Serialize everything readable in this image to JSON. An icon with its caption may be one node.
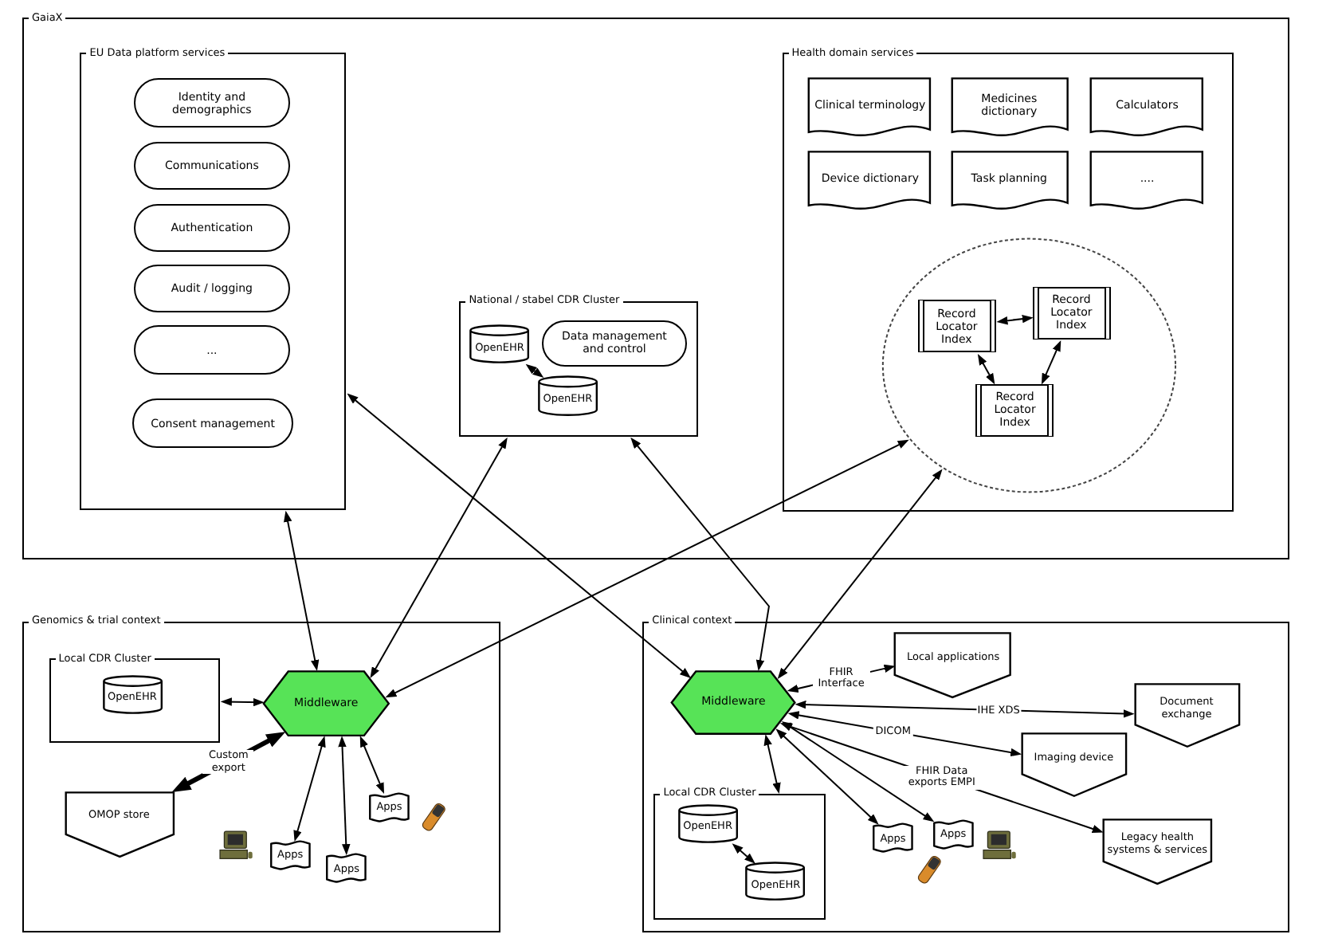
{
  "diagram": {
    "nodes": [
      {
        "text": [
          "GaiaX"
        ]
      },
      {
        "text": [
          "EU Data platform services"
        ],
        "in": 0
      },
      {
        "text": [
          "Identity and demographics"
        ],
        "in": 1
      },
      {
        "text": [
          "Communications"
        ],
        "in": 1
      },
      {
        "text": [
          "Authentication"
        ],
        "in": 1
      },
      {
        "text": [
          "Audit / logging"
        ],
        "in": 1
      },
      {
        "text": [
          "..."
        ],
        "in": 1
      },
      {
        "text": [
          "Consent management"
        ],
        "in": 1
      },
      {
        "text": [
          "National / stabel CDR Cluster"
        ],
        "in": 0
      },
      {
        "text": [
          "OpenEHR"
        ],
        "in": 8
      },
      {
        "text": [
          "Data management and control"
        ],
        "in": 8
      },
      {
        "text": [
          "OpenEHR"
        ],
        "in": 8
      },
      {
        "text": [
          "Health domain services"
        ],
        "in": 0
      },
      {
        "text": [
          "Clinical terminology"
        ],
        "in": 12
      },
      {
        "text": [
          "Medicines dictionary"
        ],
        "in": 12
      },
      {
        "text": [
          "Calculators"
        ],
        "in": 12
      },
      {
        "text": [
          "Device dictionary"
        ],
        "in": 12
      },
      {
        "text": [
          "Task planning"
        ],
        "in": 12
      },
      {
        "text": [
          "...."
        ],
        "in": 12
      },
      {
        "text": [],
        "shape": "circle",
        "in": 12
      },
      {
        "text": [
          "Record Locator Index"
        ],
        "in": 19
      },
      {
        "text": [
          "Record Locator Index"
        ],
        "in": 19
      },
      {
        "text": [
          "Record Locator Index"
        ],
        "in": 19
      },
      {
        "text": [
          "Genomics & trial context"
        ]
      },
      {
        "text": [
          "Local CDR Cluster"
        ],
        "in": 23
      },
      {
        "text": [
          "OpenEHR"
        ],
        "in": 24
      },
      {
        "text": [
          "Middleware"
        ],
        "in": 23
      },
      {
        "text": [
          "OMOP store"
        ],
        "in": 23
      },
      {
        "text": [
          "Apps"
        ],
        "in": 23
      },
      {
        "text": [],
        "shape": "picture",
        "in": 23
      },
      {
        "text": [],
        "shape": "picture",
        "in": 23
      },
      {
        "text": [
          "Apps"
        ],
        "in": 23
      },
      {
        "text": [
          "Apps"
        ],
        "in": 23
      },
      {
        "text": [
          "Clinical context"
        ]
      },
      {
        "text": [
          "Middleware"
        ],
        "in": 33
      },
      {
        "text": [
          "Local applications"
        ],
        "in": 33
      },
      {
        "text": [
          "Document exchange"
        ],
        "in": 33
      },
      {
        "text": [
          "Imaging device"
        ],
        "in": 33
      },
      {
        "text": [
          "Local CDR Cluster"
        ],
        "in": 33
      },
      {
        "text": [
          "OpenEHR"
        ],
        "in": 38
      },
      {
        "text": [
          "OpenEHR"
        ],
        "in": 38
      },
      {
        "text": [
          "Apps"
        ],
        "in": 33
      },
      {
        "text": [
          "Apps"
        ],
        "in": 33
      },
      {
        "text": [],
        "shape": "picture",
        "in": 33
      },
      {
        "text": [],
        "shape": "picture",
        "in": 33
      },
      {
        "text": [
          "Legacy health systems & services"
        ],
        "in": 33
      }
    ],
    "edges": [
      {
        "from": 1,
        "to": 26,
        "arrow": "both"
      },
      {
        "from": 8,
        "to": 26,
        "arrow": "both"
      },
      {
        "from": 19,
        "to": 26,
        "arrow": "both"
      },
      {
        "from": 1,
        "to": 34,
        "arrow": "both"
      },
      {
        "from": 8,
        "to": 34,
        "arrow": "both"
      },
      {
        "from": 19,
        "to": 34,
        "arrow": "both"
      },
      {
        "from": 9,
        "to": 11,
        "arrow": "both"
      },
      {
        "from": 20,
        "to": 21,
        "arrow": "both"
      },
      {
        "from": 20,
        "to": 22,
        "arrow": "both"
      },
      {
        "from": 21,
        "to": 22,
        "arrow": "both"
      },
      {
        "from": 24,
        "to": 26,
        "arrow": "both"
      },
      {
        "from": 26,
        "to": 27,
        "arrow": "both",
        "label": "Custom export",
        "style": "thick"
      },
      {
        "from": 26,
        "to": 28,
        "arrow": "both"
      },
      {
        "from": 26,
        "to": 31,
        "arrow": "both"
      },
      {
        "from": 26,
        "to": 32,
        "arrow": "both"
      },
      {
        "from": 34,
        "to": 35,
        "arrow": "both",
        "label": "FHIR Interface"
      },
      {
        "from": 34,
        "to": 36,
        "arrow": "both",
        "label": "IHE XDS"
      },
      {
        "from": 34,
        "to": 37,
        "arrow": "both",
        "label": "DICOM"
      },
      {
        "from": 34,
        "to": 45,
        "arrow": "both",
        "label": "FHIR Data exports EMPI"
      },
      {
        "from": 34,
        "to": 38,
        "arrow": "both"
      },
      {
        "from": 39,
        "to": 40,
        "arrow": "both"
      },
      {
        "from": 34,
        "to": 41,
        "arrow": "both"
      },
      {
        "from": 34,
        "to": 42,
        "arrow": "both"
      }
    ]
  }
}
